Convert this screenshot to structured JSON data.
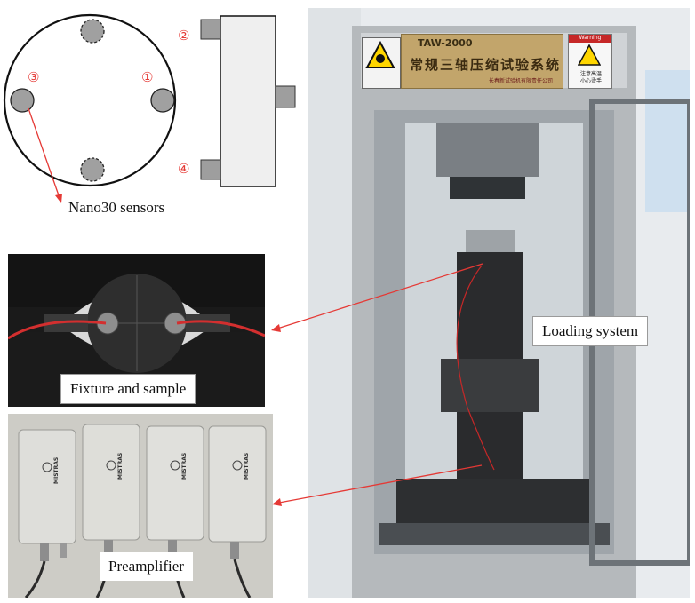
{
  "diagram": {
    "sensor_numbers": [
      "①",
      "②",
      "③",
      "④"
    ],
    "sensor_label": "Nano30 sensors"
  },
  "captions": {
    "fixture": "Fixture and sample",
    "preamp": "Preamplifier",
    "loading": "Loading system"
  },
  "machine_sign": {
    "model": "TAW-2000",
    "title": "常规三轴压缩试验系统",
    "company": "长春新试验机有限责任公司",
    "warning_header": "Warning",
    "warning_text_1": "注意高温",
    "warning_text_2": "小心烫手"
  },
  "preamp_labels": {
    "brand": "MISTRAS"
  },
  "colors": {
    "arrow": "#e53935",
    "sensor_fill": "#9e9e9e"
  }
}
